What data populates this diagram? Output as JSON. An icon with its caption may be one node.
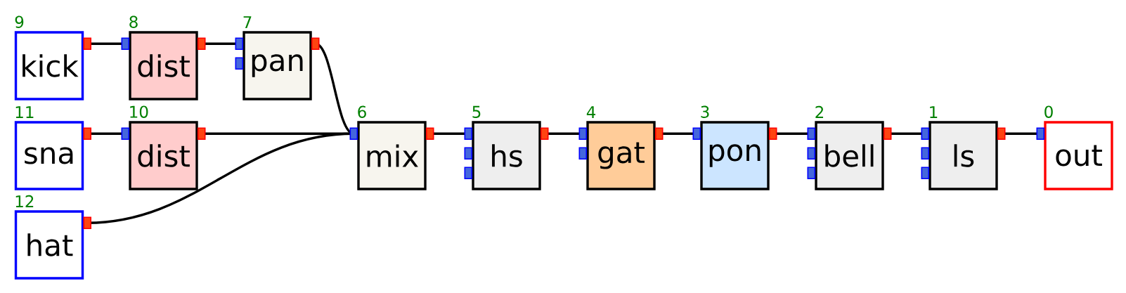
{
  "diagram": {
    "nodes": [
      {
        "text": [
          "kick"
        ],
        "beside": [
          "9"
        ]
      },
      {
        "text": [
          "dist"
        ],
        "beside": [
          "8"
        ]
      },
      {
        "text": [
          "pan"
        ],
        "beside": [
          "7"
        ]
      },
      {
        "text": [
          "sna"
        ],
        "beside": [
          "11"
        ]
      },
      {
        "text": [
          "dist"
        ],
        "beside": [
          "10"
        ]
      },
      {
        "text": [
          "mix"
        ],
        "beside": [
          "6"
        ]
      },
      {
        "text": [
          "hs"
        ],
        "beside": [
          "5"
        ]
      },
      {
        "text": [
          "gat"
        ],
        "beside": [
          "4"
        ]
      },
      {
        "text": [
          "pon"
        ],
        "beside": [
          "3"
        ]
      },
      {
        "text": [
          "bell"
        ],
        "beside": [
          "2"
        ]
      },
      {
        "text": [
          "ls"
        ],
        "beside": [
          "1"
        ]
      },
      {
        "text": [
          "out"
        ],
        "beside": [
          "0"
        ]
      },
      {
        "text": [
          "hat"
        ],
        "beside": [
          "12"
        ]
      }
    ],
    "edges": [
      {
        "from": 0,
        "to": 1,
        "arrow": "none"
      },
      {
        "from": 1,
        "to": 2,
        "arrow": "none"
      },
      {
        "from": 2,
        "to": 5,
        "arrow": "none"
      },
      {
        "from": 3,
        "to": 4,
        "arrow": "none"
      },
      {
        "from": 4,
        "to": 5,
        "arrow": "none"
      },
      {
        "from": 12,
        "to": 5,
        "arrow": "none"
      },
      {
        "from": 5,
        "to": 6,
        "arrow": "none"
      },
      {
        "from": 6,
        "to": 7,
        "arrow": "none"
      },
      {
        "from": 7,
        "to": 8,
        "arrow": "none"
      },
      {
        "from": 8,
        "to": 9,
        "arrow": "none"
      },
      {
        "from": 9,
        "to": 10,
        "arrow": "none"
      },
      {
        "from": 10,
        "to": 11,
        "arrow": "none"
      }
    ]
  }
}
